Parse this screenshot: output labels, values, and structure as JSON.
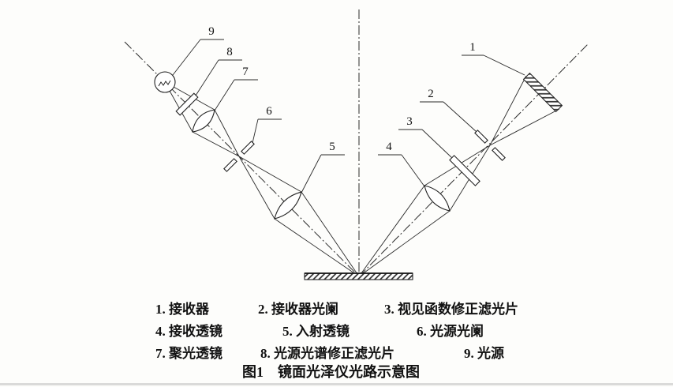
{
  "figure": {
    "caption": {
      "prefix": "图1",
      "title": "镜面光泽仪光路示意图"
    }
  },
  "callouts": [
    "1",
    "2",
    "3",
    "4",
    "5",
    "6",
    "7",
    "8",
    "9"
  ],
  "legend": {
    "items": [
      {
        "text": "1. 接收器"
      },
      {
        "text": "2. 接收器光阑"
      },
      {
        "text": "3. 视见函数修正滤光片"
      },
      {
        "text": "4. 接收透镜"
      },
      {
        "text": "5. 入射透镜"
      },
      {
        "text": "6. 光源光阑"
      },
      {
        "text": "7. 聚光透镜"
      },
      {
        "text": "8. 光源光谱修正滤光片"
      },
      {
        "text": "9. 光源"
      }
    ]
  },
  "colors": {
    "ink": "#222222",
    "paper": "#fdfdfb"
  }
}
